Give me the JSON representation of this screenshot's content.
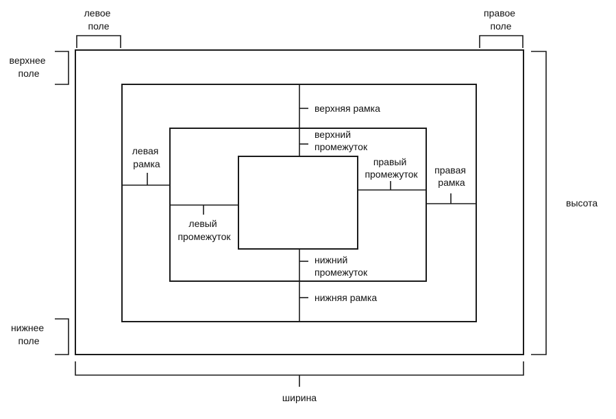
{
  "labels": {
    "left_margin": [
      "левое",
      "поле"
    ],
    "right_margin": [
      "правое",
      "поле"
    ],
    "top_margin": [
      "верхнее",
      "поле"
    ],
    "bottom_margin": [
      "нижнее",
      "поле"
    ],
    "height": "высота",
    "width": "ширина",
    "top_border": "верхняя рамка",
    "top_padding": [
      "верхний",
      "промежуток"
    ],
    "right_padding": [
      "правый",
      "промежуток"
    ],
    "right_border": [
      "правая",
      "рамка"
    ],
    "left_border": [
      "левая",
      "рамка"
    ],
    "left_padding": [
      "левый",
      "промежуток"
    ],
    "bottom_padding": [
      "нижний",
      "промежуток"
    ],
    "bottom_border": "нижняя рамка"
  }
}
